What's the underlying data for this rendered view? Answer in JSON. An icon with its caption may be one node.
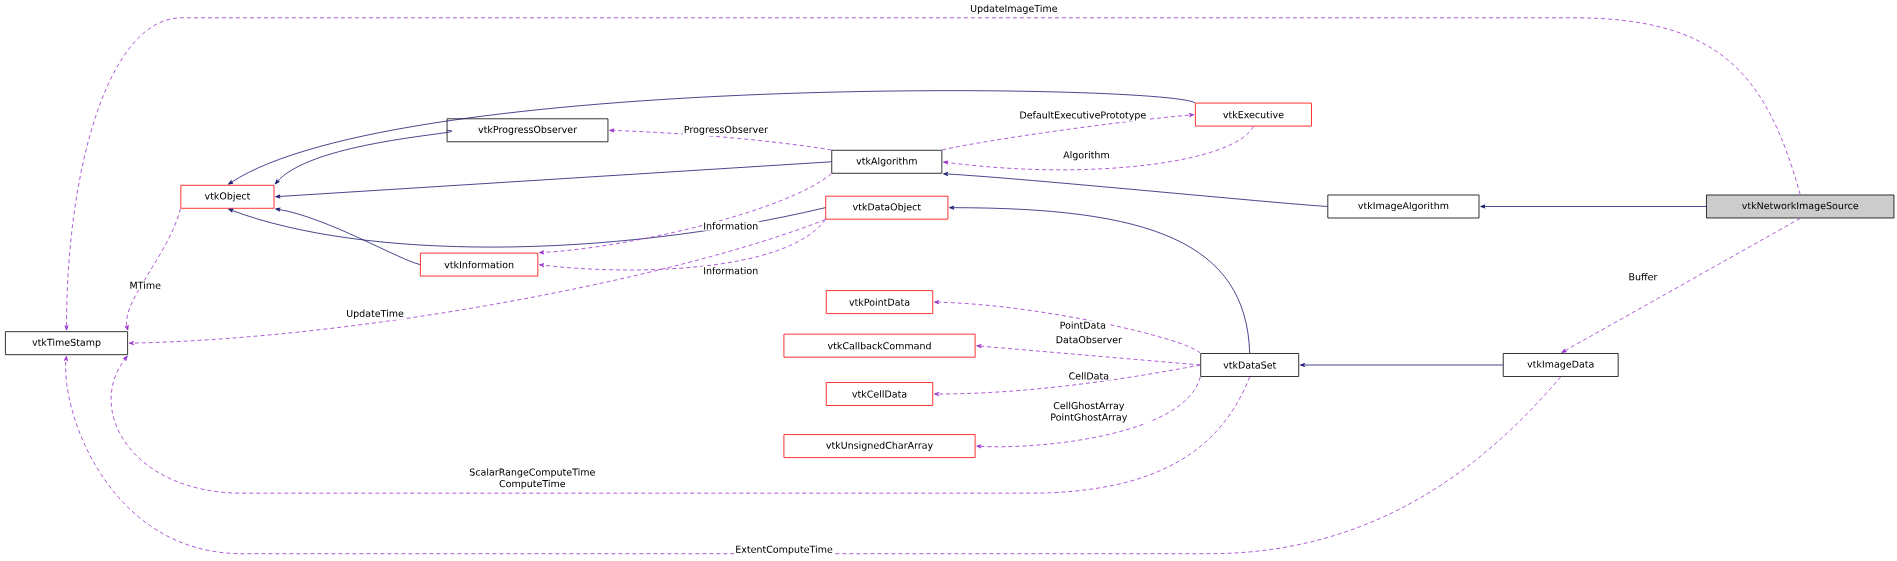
{
  "diagram": {
    "nodes": [
      {
        "text": [
          "vtkNetworkImageSource"
        ]
      },
      {
        "text": [
          "vtkImageAlgorithm"
        ]
      },
      {
        "text": [
          "vtkAlgorithm"
        ]
      },
      {
        "text": [
          "vtkObject"
        ]
      },
      {
        "text": [
          "vtkTimeStamp"
        ]
      },
      {
        "text": [
          "vtkProgressObserver"
        ]
      },
      {
        "text": [
          "vtkExecutive"
        ]
      },
      {
        "text": [
          "vtkInformation"
        ]
      },
      {
        "text": [
          "vtkDataObject"
        ]
      },
      {
        "text": [
          "vtkPointData"
        ]
      },
      {
        "text": [
          "vtkCallbackCommand"
        ]
      },
      {
        "text": [
          "vtkCellData"
        ]
      },
      {
        "text": [
          "vtkUnsignedCharArray"
        ]
      },
      {
        "text": [
          "vtkDataSet"
        ]
      },
      {
        "text": [
          "vtkImageData"
        ]
      }
    ],
    "edges": [
      {
        "from": 0,
        "to": 1,
        "arrow": "to",
        "color": "#191970"
      },
      {
        "from": 1,
        "to": 2,
        "arrow": "to",
        "color": "#191970"
      },
      {
        "from": 2,
        "to": 3,
        "arrow": "to",
        "color": "#191970"
      },
      {
        "from": 5,
        "to": 3,
        "arrow": "to",
        "color": "#191970"
      },
      {
        "from": 6,
        "to": 3,
        "arrow": "to",
        "color": "#191970"
      },
      {
        "from": 7,
        "to": 3,
        "arrow": "to",
        "color": "#191970"
      },
      {
        "from": 8,
        "to": 3,
        "arrow": "to",
        "color": "#191970"
      },
      {
        "from": 13,
        "to": 8,
        "arrow": "to",
        "color": "#191970"
      },
      {
        "from": 14,
        "to": 13,
        "arrow": "to",
        "color": "#191970"
      },
      {
        "from": 0,
        "to": 4,
        "arrow": "to",
        "label": "UpdateImageTime",
        "style": "dashed"
      },
      {
        "from": 3,
        "to": 4,
        "arrow": "to",
        "label": "MTime",
        "style": "dashed"
      },
      {
        "from": 2,
        "to": 5,
        "arrow": "to",
        "label": "ProgressObserver",
        "style": "dashed"
      },
      {
        "from": 2,
        "to": 6,
        "arrow": "to",
        "label": "DefaultExecutivePrototype",
        "style": "dashed"
      },
      {
        "from": 6,
        "to": 2,
        "arrow": "to",
        "label": "Algorithm",
        "style": "dashed"
      },
      {
        "from": 2,
        "to": 7,
        "arrow": "to",
        "label": "Information",
        "style": "dashed"
      },
      {
        "from": 8,
        "to": 7,
        "arrow": "to",
        "label": "Information",
        "style": "dashed"
      },
      {
        "from": 8,
        "to": 4,
        "arrow": "to",
        "label": "UpdateTime",
        "style": "dashed"
      },
      {
        "from": 0,
        "to": 14,
        "arrow": "to",
        "label": "Buffer",
        "style": "dashed"
      },
      {
        "from": 13,
        "to": 9,
        "arrow": "to",
        "label": "PointData",
        "style": "dashed"
      },
      {
        "from": 13,
        "to": 10,
        "arrow": "to",
        "label": "DataObserver",
        "style": "dashed"
      },
      {
        "from": 13,
        "to": 11,
        "arrow": "to",
        "label": "CellData",
        "style": "dashed"
      },
      {
        "from": 13,
        "to": 12,
        "arrow": "to",
        "label": "CellGhostArray PointGhostArray",
        "style": "dashed"
      },
      {
        "from": 13,
        "to": 4,
        "arrow": "to",
        "label": "ScalarRangeComputeTime ComputeTime",
        "style": "dashed"
      },
      {
        "from": 14,
        "to": 4,
        "arrow": "to",
        "label": "ExtentComputeTime",
        "style": "dashed"
      }
    ]
  }
}
